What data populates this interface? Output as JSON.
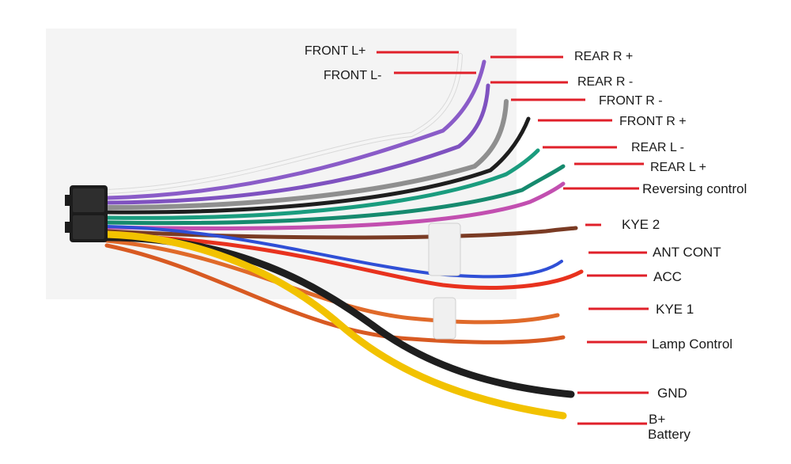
{
  "labels": {
    "front_l_plus": "FRONT L+",
    "front_l_minus": "FRONT L-",
    "rear_r_plus": "REAR R +",
    "rear_r_minus": "REAR R -",
    "front_r_minus": "FRONT R -",
    "front_r_plus": "FRONT R +",
    "rear_l_minus": "REAR L -",
    "rear_l_plus": "REAR L +",
    "reversing_control": "Reversing control",
    "kye_2": "KYE 2",
    "ant_cont": "ANT CONT",
    "acc": "ACC",
    "kye_1": "KYE 1",
    "lamp_control": "Lamp Control",
    "gnd": "GND",
    "b_plus": "B+",
    "battery": "Battery"
  },
  "colors": {
    "leader_line": "#e0202a",
    "wire_white": "#f2f2f2",
    "wire_purple": "#8a5cc8",
    "wire_gray": "#8f8f8f",
    "wire_black": "#1e1e1e",
    "wire_green": "#1a9c7e",
    "wire_pink": "#c24fb0",
    "wire_brown": "#7a3b24",
    "wire_blue": "#2f4fd6",
    "wire_red": "#e8321e",
    "wire_orange": "#e06a2a",
    "wire_yellow": "#f2c200",
    "connector": "#1c1c1c",
    "background_panel": "#f4f4f4"
  }
}
